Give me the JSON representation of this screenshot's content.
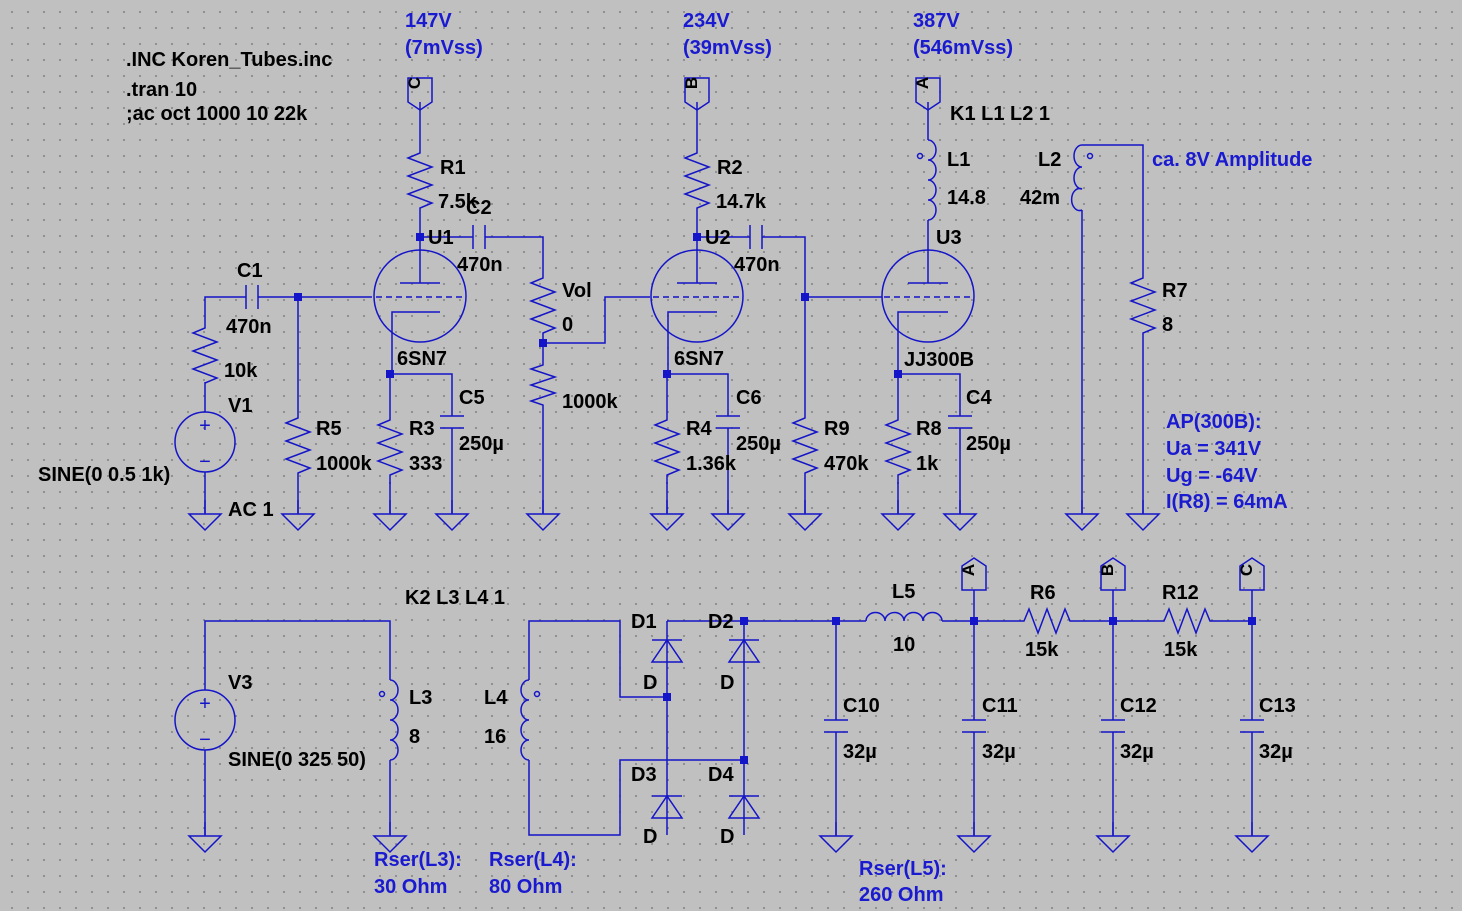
{
  "directives": {
    "include": ".INC Koren_Tubes.inc",
    "tran": ".tran 10",
    "ac": ";ac oct 1000 10 22k",
    "k1": "K1 L1 L2 1",
    "k2": "K2 L3 L4 1"
  },
  "voltages": {
    "c_dc": "147V",
    "c_ripple": "(7mVss)",
    "b_dc": "234V",
    "b_ripple": "(39mVss)",
    "a_dc": "387V",
    "a_ripple": "(546mVss)"
  },
  "notes": {
    "amplitude": "ca. 8V Amplitude",
    "ap_title": "AP(300B):",
    "ap_ua": "Ua = 341V",
    "ap_ug": "Ug = -64V",
    "ap_i": "I(R8) = 64mA",
    "rser_l3_a": "Rser(L3):",
    "rser_l3_b": "30 Ohm",
    "rser_l4_a": "Rser(L4):",
    "rser_l4_b": "80 Ohm",
    "rser_l5_a": "Rser(L5):",
    "rser_l5_b": "260 Ohm"
  },
  "net_flags": {
    "a": "A",
    "b": "B",
    "c": "C"
  },
  "components": {
    "R1": {
      "name": "R1",
      "value": "7.5k"
    },
    "R2": {
      "name": "R2",
      "value": "14.7k"
    },
    "R3": {
      "name": "R3",
      "value": "333"
    },
    "R4": {
      "name": "R4",
      "value": "1.36k"
    },
    "R5": {
      "name": "R5",
      "value": "1000k"
    },
    "R6": {
      "name": "R6",
      "value": "15k"
    },
    "R7": {
      "name": "R7",
      "value": "8"
    },
    "R8": {
      "name": "R8",
      "value": "1k"
    },
    "R9": {
      "name": "R9",
      "value": "470k"
    },
    "R12": {
      "name": "R12",
      "value": "15k"
    },
    "Rin": {
      "value": "10k"
    },
    "Vol": {
      "name": "Vol",
      "value": "0",
      "lower": "1000k"
    },
    "C1": {
      "name": "C1",
      "value": "470n"
    },
    "C2": {
      "name": "C2",
      "value": "470n"
    },
    "C4": {
      "name": "C4",
      "value": "250µ"
    },
    "C5": {
      "name": "C5",
      "value": "250µ"
    },
    "C6": {
      "name": "C6",
      "value": "250µ"
    },
    "C10": {
      "name": "C10",
      "value": "32µ"
    },
    "C11": {
      "name": "C11",
      "value": "32µ"
    },
    "C12": {
      "name": "C12",
      "value": "32µ"
    },
    "C13": {
      "name": "C13",
      "value": "32µ"
    },
    "L1": {
      "name": "L1",
      "value": "14.8"
    },
    "L2": {
      "name": "L2",
      "value": "42m"
    },
    "L3": {
      "name": "L3",
      "value": "8"
    },
    "L4": {
      "name": "L4",
      "value": "16"
    },
    "L5": {
      "name": "L5",
      "value": "10"
    },
    "U1": {
      "name": "U1",
      "model": "6SN7"
    },
    "U2": {
      "name": "U2",
      "model": "6SN7"
    },
    "U3": {
      "name": "U3",
      "model": "JJ300B"
    },
    "V1": {
      "name": "V1",
      "value": "SINE(0 0.5 1k)",
      "ac": "AC 1"
    },
    "V3": {
      "name": "V3",
      "value": "SINE(0 325 50)"
    },
    "D1": {
      "name": "D1",
      "model": "D"
    },
    "D2": {
      "name": "D2",
      "model": "D"
    },
    "D3": {
      "name": "D3",
      "model": "D"
    },
    "D4": {
      "name": "D4",
      "model": "D"
    }
  }
}
